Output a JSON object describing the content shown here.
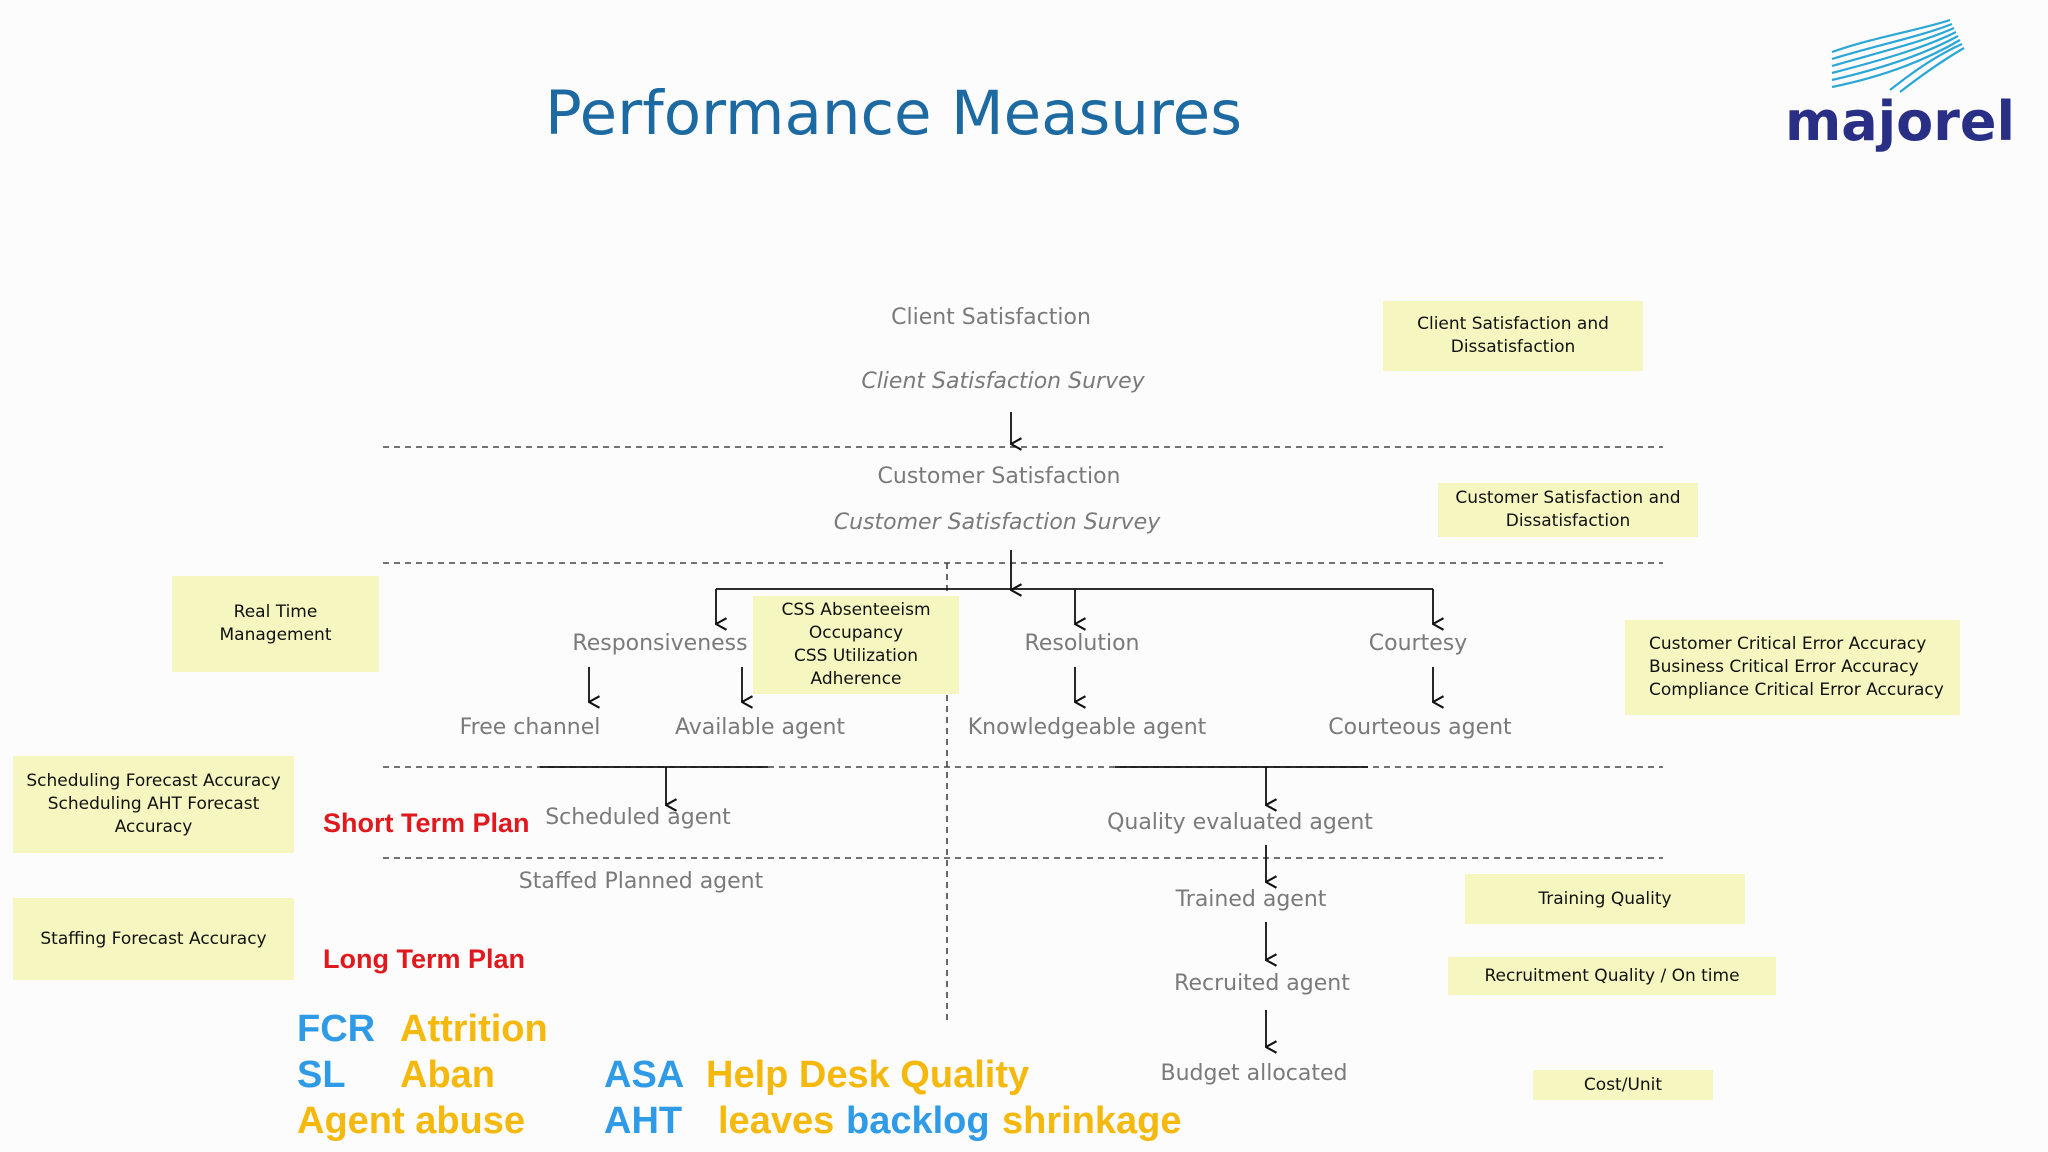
{
  "title": "Performance Measures",
  "logo": {
    "text": "majorel"
  },
  "colors": {
    "title": "#1d6aa3",
    "box_fill": "#f6f6c0",
    "plan_red": "#e0191e",
    "kpi_blue": "#2f9be6",
    "kpi_yellow": "#f5b90e",
    "logo_navy": "#2a2f86",
    "logo_teal": "#2aa7d6"
  },
  "tree": {
    "client_satisfaction": "Client Satisfaction",
    "client_survey": "Client Satisfaction Survey",
    "customer_satisfaction": "Customer Satisfaction",
    "customer_survey": "Customer Satisfaction Survey",
    "responsiveness": "Responsiveness",
    "resolution": "Resolution",
    "courtesy": "Courtesy",
    "free_channel": "Free channel",
    "available_agent": "Available agent",
    "knowledgeable_agent": "Knowledgeable agent",
    "courteous_agent": "Courteous agent",
    "scheduled_agent": "Scheduled agent",
    "quality_evaluated_agent": "Quality evaluated agent",
    "staffed_planned_agent": "Staffed Planned agent",
    "trained_agent": "Trained agent",
    "recruited_agent": "Recruited agent",
    "budget_allocated": "Budget allocated"
  },
  "boxes": {
    "client_satisfaction": "Client Satisfaction and\nDissatisfaction",
    "customer_satisfaction": "Customer Satisfaction and\nDissatisfaction",
    "real_time": "Real Time\nManagement",
    "css_metrics": "CSS Absenteeism\nOccupancy\nCSS Utilization\nAdherence",
    "critical_error": "Customer Critical Error Accuracy\nBusiness Critical Error Accuracy\nCompliance Critical Error Accuracy",
    "scheduling": "Scheduling Forecast Accuracy\nScheduling AHT Forecast\nAccuracy",
    "staffing": "Staffing Forecast Accuracy",
    "training": "Training Quality",
    "recruitment": "Recruitment Quality / On time",
    "cost": "Cost/Unit"
  },
  "plans": {
    "short_term": "Short Term Plan",
    "long_term": "Long Term Plan"
  },
  "kpis": {
    "fcr": "FCR",
    "attrition": "Attrition",
    "sl": "SL",
    "aban": "Aban",
    "agent_abuse": "Agent abuse",
    "asa": "ASA",
    "help_desk_quality": "Help Desk Quality",
    "aht": "AHT",
    "leaves": "leaves",
    "backlog": "backlog",
    "shrinkage": "shrinkage"
  }
}
